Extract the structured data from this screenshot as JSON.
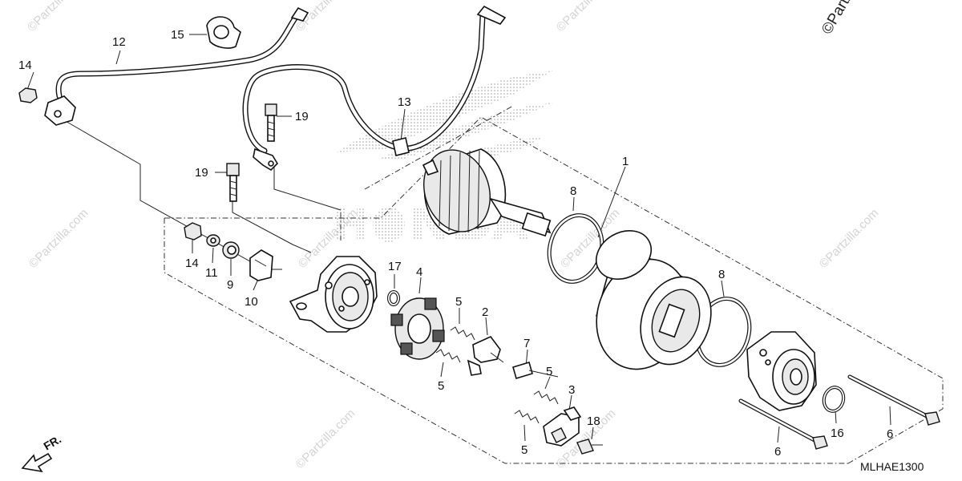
{
  "diagram": {
    "code": "MLHAE1300",
    "direction_label": "FR.",
    "brand_background": "HONDA",
    "watermark": "©Partzilla.com",
    "watermark_corner": "©Partz"
  },
  "callouts": {
    "c1": "1",
    "c2": "2",
    "c3": "3",
    "c4": "4",
    "c5a": "5",
    "c5b": "5",
    "c5c": "5",
    "c5d": "5",
    "c6a": "6",
    "c6b": "6",
    "c7": "7",
    "c8a": "8",
    "c8b": "8",
    "c9": "9",
    "c10": "10",
    "c11": "11",
    "c12": "12",
    "c13": "13",
    "c14a": "14",
    "c14b": "14",
    "c15": "15",
    "c16": "16",
    "c17": "17",
    "c18": "18",
    "c19a": "19",
    "c19b": "19"
  },
  "colors": {
    "line": "#111111",
    "watermark": "#d4d4d4",
    "honda_dots": "#9a9a9a"
  }
}
